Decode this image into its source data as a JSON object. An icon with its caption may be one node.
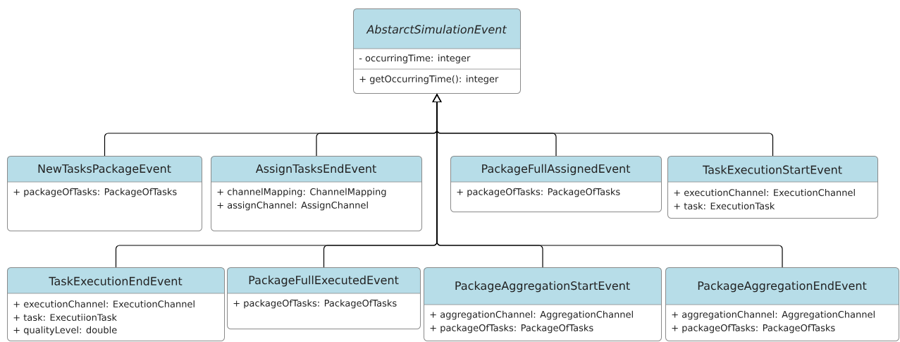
{
  "diagram": {
    "nodes": [
      {
        "text": [
          "AbstarctSimulationEvent",
          "- occurringTime: integer",
          "+ getOccurringTime(): integer"
        ]
      },
      {
        "text": [
          "NewTasksPackageEvent",
          "+ packageOfTasks: PackageOfTasks"
        ]
      },
      {
        "text": [
          "AssignTasksEndEvent",
          "+ channelMapping: ChannelMapping",
          "+ assignChannel: AssignChannel"
        ]
      },
      {
        "text": [
          "PackageFullAssignedEvent",
          "+ packageOfTasks: PackageOfTasks"
        ]
      },
      {
        "text": [
          "TaskExecutionStartEvent",
          "+ executionChannel: ExecutionChannel",
          "+ task: ExecutionTask"
        ]
      },
      {
        "text": [
          "TaskExecutionEndEvent",
          "+ executionChannel: ExecutionChannel",
          "+ task: ExecutiionTask",
          "+ qualityLevel: double"
        ]
      },
      {
        "text": [
          "PackageFullExecutedEvent",
          "+ packageOfTasks: PackageOfTasks"
        ]
      },
      {
        "text": [
          "PackageAggregationStartEvent",
          "+ aggregationChannel: AggregationChannel",
          "+ packageOfTasks: PackageOfTasks"
        ]
      },
      {
        "text": [
          "PackageAggregationEndEvent",
          "+ aggregationChannel: AggregationChannel",
          "+ packageOfTasks: PackageOfTasks"
        ]
      }
    ],
    "edges": [
      {
        "from": 1,
        "to": 0,
        "arrow": "to"
      },
      {
        "from": 2,
        "to": 0,
        "arrow": "to"
      },
      {
        "from": 3,
        "to": 0,
        "arrow": "to"
      },
      {
        "from": 4,
        "to": 0,
        "arrow": "to"
      },
      {
        "from": 5,
        "to": 0,
        "arrow": "to"
      },
      {
        "from": 6,
        "to": 0,
        "arrow": "to"
      },
      {
        "from": 7,
        "to": 0,
        "arrow": "to"
      },
      {
        "from": 8,
        "to": 0,
        "arrow": "to"
      }
    ]
  }
}
